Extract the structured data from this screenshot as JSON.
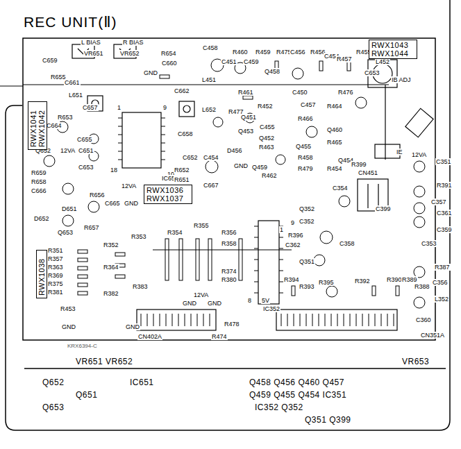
{
  "diagram": {
    "title": "REC UNIT(Ⅱ)",
    "nodes": [
      {
        "text": [
          "RWX1043",
          "RWX1044"
        ]
      },
      {
        "text": [
          "RWX1036",
          "RWX1037"
        ]
      },
      {
        "text": [
          "RWX1041",
          "RWX1042"
        ]
      },
      {
        "text": [
          "RWX1038"
        ]
      }
    ],
    "labels": [
      "L BIAS",
      "R BIAS",
      "VR651",
      "VR652",
      "C659",
      "R654",
      "C660",
      "C458",
      "C451",
      "R460",
      "C459",
      "R459",
      "Q458",
      "R475",
      "C456",
      "R456",
      "C454",
      "R457",
      "R455",
      "L452",
      "C653",
      "IB ADJ",
      "GND",
      "R655",
      "C661",
      "L651",
      "C662",
      "L451",
      "R461",
      "C450",
      "R476",
      "R653",
      "C664",
      "C657",
      "C655",
      "C651",
      "C653",
      "Q652",
      "12VA",
      "R659",
      "R658",
      "C666",
      "D651",
      "D652",
      "R656",
      "C665",
      "R657",
      "Q653",
      "9",
      "1",
      "18",
      "10",
      "IC651",
      "L652",
      "C658",
      "C652",
      "R652",
      "R651",
      "12VA",
      "GND",
      "C667",
      "C454",
      "R477",
      "R452",
      "C457",
      "R464",
      "Q451",
      "Q453",
      "C455",
      "R466",
      "Q460",
      "R465",
      "Q452",
      "R463",
      "Q455",
      "D456",
      "GND",
      "Q454",
      "R458",
      "R479",
      "Q459",
      "R462",
      "R454",
      "R399",
      "CN451",
      "IE",
      "12VA",
      "C351",
      "R391",
      "C354",
      "C399",
      "Q352",
      "C352",
      "9",
      "1",
      "R396",
      "C362",
      "C358",
      "C357",
      "C361",
      "C359",
      "C353",
      "R387",
      "Q351",
      "C356",
      "R388",
      "L352",
      "C360",
      "CN351A",
      "R394",
      "R393",
      "R395",
      "R392",
      "R390",
      "R389",
      "IC352",
      "8",
      "5V",
      "R351",
      "R357",
      "R363",
      "R369",
      "R375",
      "R381",
      "R453",
      "GND",
      "R352",
      "R353",
      "R354",
      "R355",
      "R356",
      "R364",
      "R382",
      "R383",
      "R358",
      "R374",
      "R380",
      "GND",
      "12VA",
      "GND",
      "CN402A",
      "R474",
      "R478",
      "GND",
      "KRX6394-C",
      "VR651 VR652",
      "VR653",
      "Q652",
      "IC651",
      "Q651",
      "Q653",
      "Q458 Q456 Q460 Q457",
      "Q459 Q455 Q454 IC351",
      "IC352 Q352",
      "Q351 Q399"
    ]
  }
}
